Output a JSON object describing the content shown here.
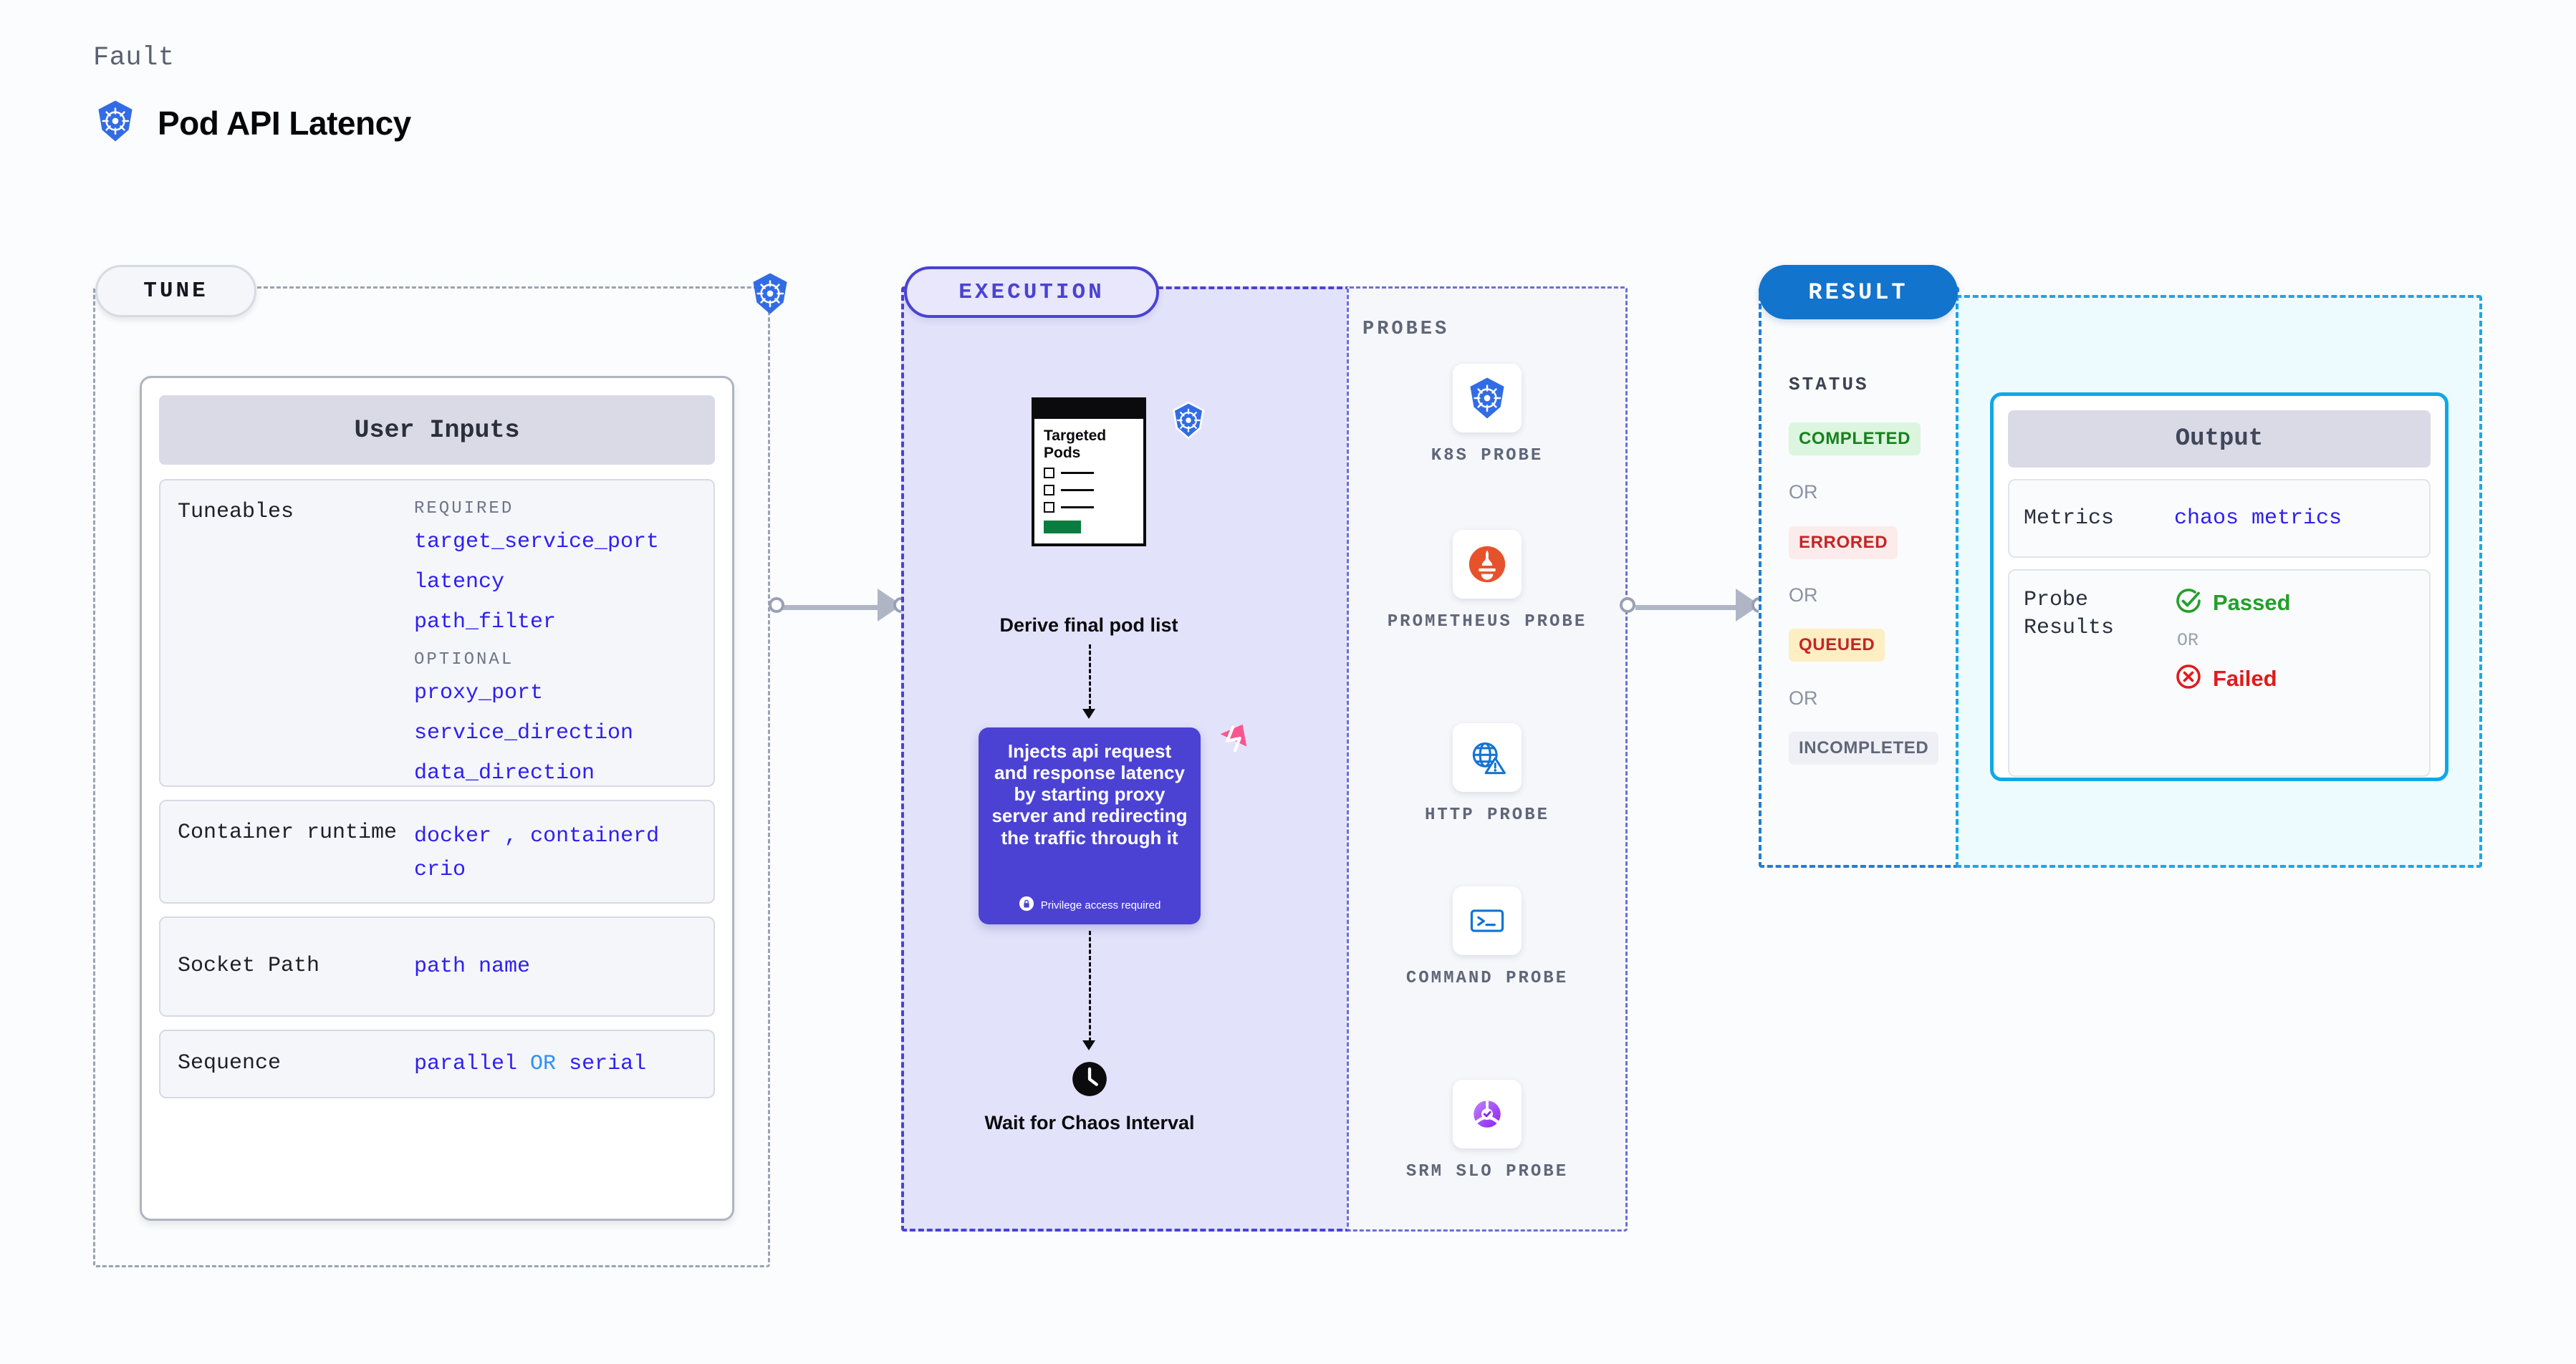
{
  "header": {
    "eyebrow": "Fault",
    "title": "Pod API Latency",
    "icon": "kubernetes-icon"
  },
  "tune": {
    "pill_label": "TUNE",
    "badge_icon": "kubernetes-icon",
    "card": {
      "header": "User Inputs",
      "rows": [
        {
          "key": "Tuneables",
          "required_label": "REQUIRED",
          "required": [
            "target_service_port",
            "latency",
            "path_filter"
          ],
          "optional_label": "OPTIONAL",
          "optional": [
            "proxy_port",
            "service_direction",
            "data_direction"
          ]
        },
        {
          "key": "Container runtime",
          "values_line1": "docker",
          "values_sep": ",",
          "values_line1b": "containerd",
          "values_line2": "crio"
        },
        {
          "key": "Socket Path",
          "value": "path name"
        },
        {
          "key": "Sequence",
          "value_a": "parallel",
          "value_or": "OR",
          "value_b": "serial"
        }
      ]
    }
  },
  "execution": {
    "pill_label": "EXECUTION",
    "doc": {
      "title": "Targeted Pods",
      "badge_icon": "kubernetes-icon"
    },
    "derive_label": "Derive final pod list",
    "inject_card": {
      "text": "Injects api request and response latency by starting proxy server and redirecting the traffic through it",
      "privilege_note": "Privilege access required",
      "privilege_icon": "lock-icon",
      "corner_icon": "litmus-chaos-icon",
      "color": "#4b42d4"
    },
    "wait": {
      "icon": "clock-icon",
      "label": "Wait for Chaos Interval"
    }
  },
  "probes": {
    "title": "PROBES",
    "items": [
      {
        "label": "K8S PROBE",
        "icon": "kubernetes-icon"
      },
      {
        "label": "PROMETHEUS PROBE",
        "icon": "prometheus-icon"
      },
      {
        "label": "HTTP PROBE",
        "icon": "http-globe-warning-icon"
      },
      {
        "label": "COMMAND PROBE",
        "icon": "terminal-icon"
      },
      {
        "label": "SRM SLO PROBE",
        "icon": "srm-slo-icon"
      }
    ]
  },
  "result": {
    "pill_label": "RESULT",
    "status_title": "STATUS",
    "or_label": "OR",
    "statuses": [
      {
        "label": "COMPLETED",
        "bg": "#dcf5de",
        "fg": "#17811f"
      },
      {
        "label": "ERRORED",
        "bg": "#fcebeb",
        "fg": "#c62424"
      },
      {
        "label": "QUEUED",
        "bg": "#fdeec4",
        "fg": "#c62424"
      },
      {
        "label": "INCOMPLETED",
        "bg": "#eef0f5",
        "fg": "#5f6678"
      }
    ]
  },
  "output": {
    "header": "Output",
    "metrics_key": "Metrics",
    "metrics_value": "chaos metrics",
    "probe_results_key": "Probe Results",
    "passed_label": "Passed",
    "passed_icon": "check-circle-icon",
    "or_label": "OR",
    "failed_label": "Failed",
    "failed_icon": "x-circle-icon"
  },
  "colors": {
    "accent_purple": "#4b42d4",
    "accent_blue": "#1274cc",
    "accent_cyan": "#0fa8e6",
    "k8s_blue": "#326ce5",
    "token_blue": "#2f1fef"
  }
}
